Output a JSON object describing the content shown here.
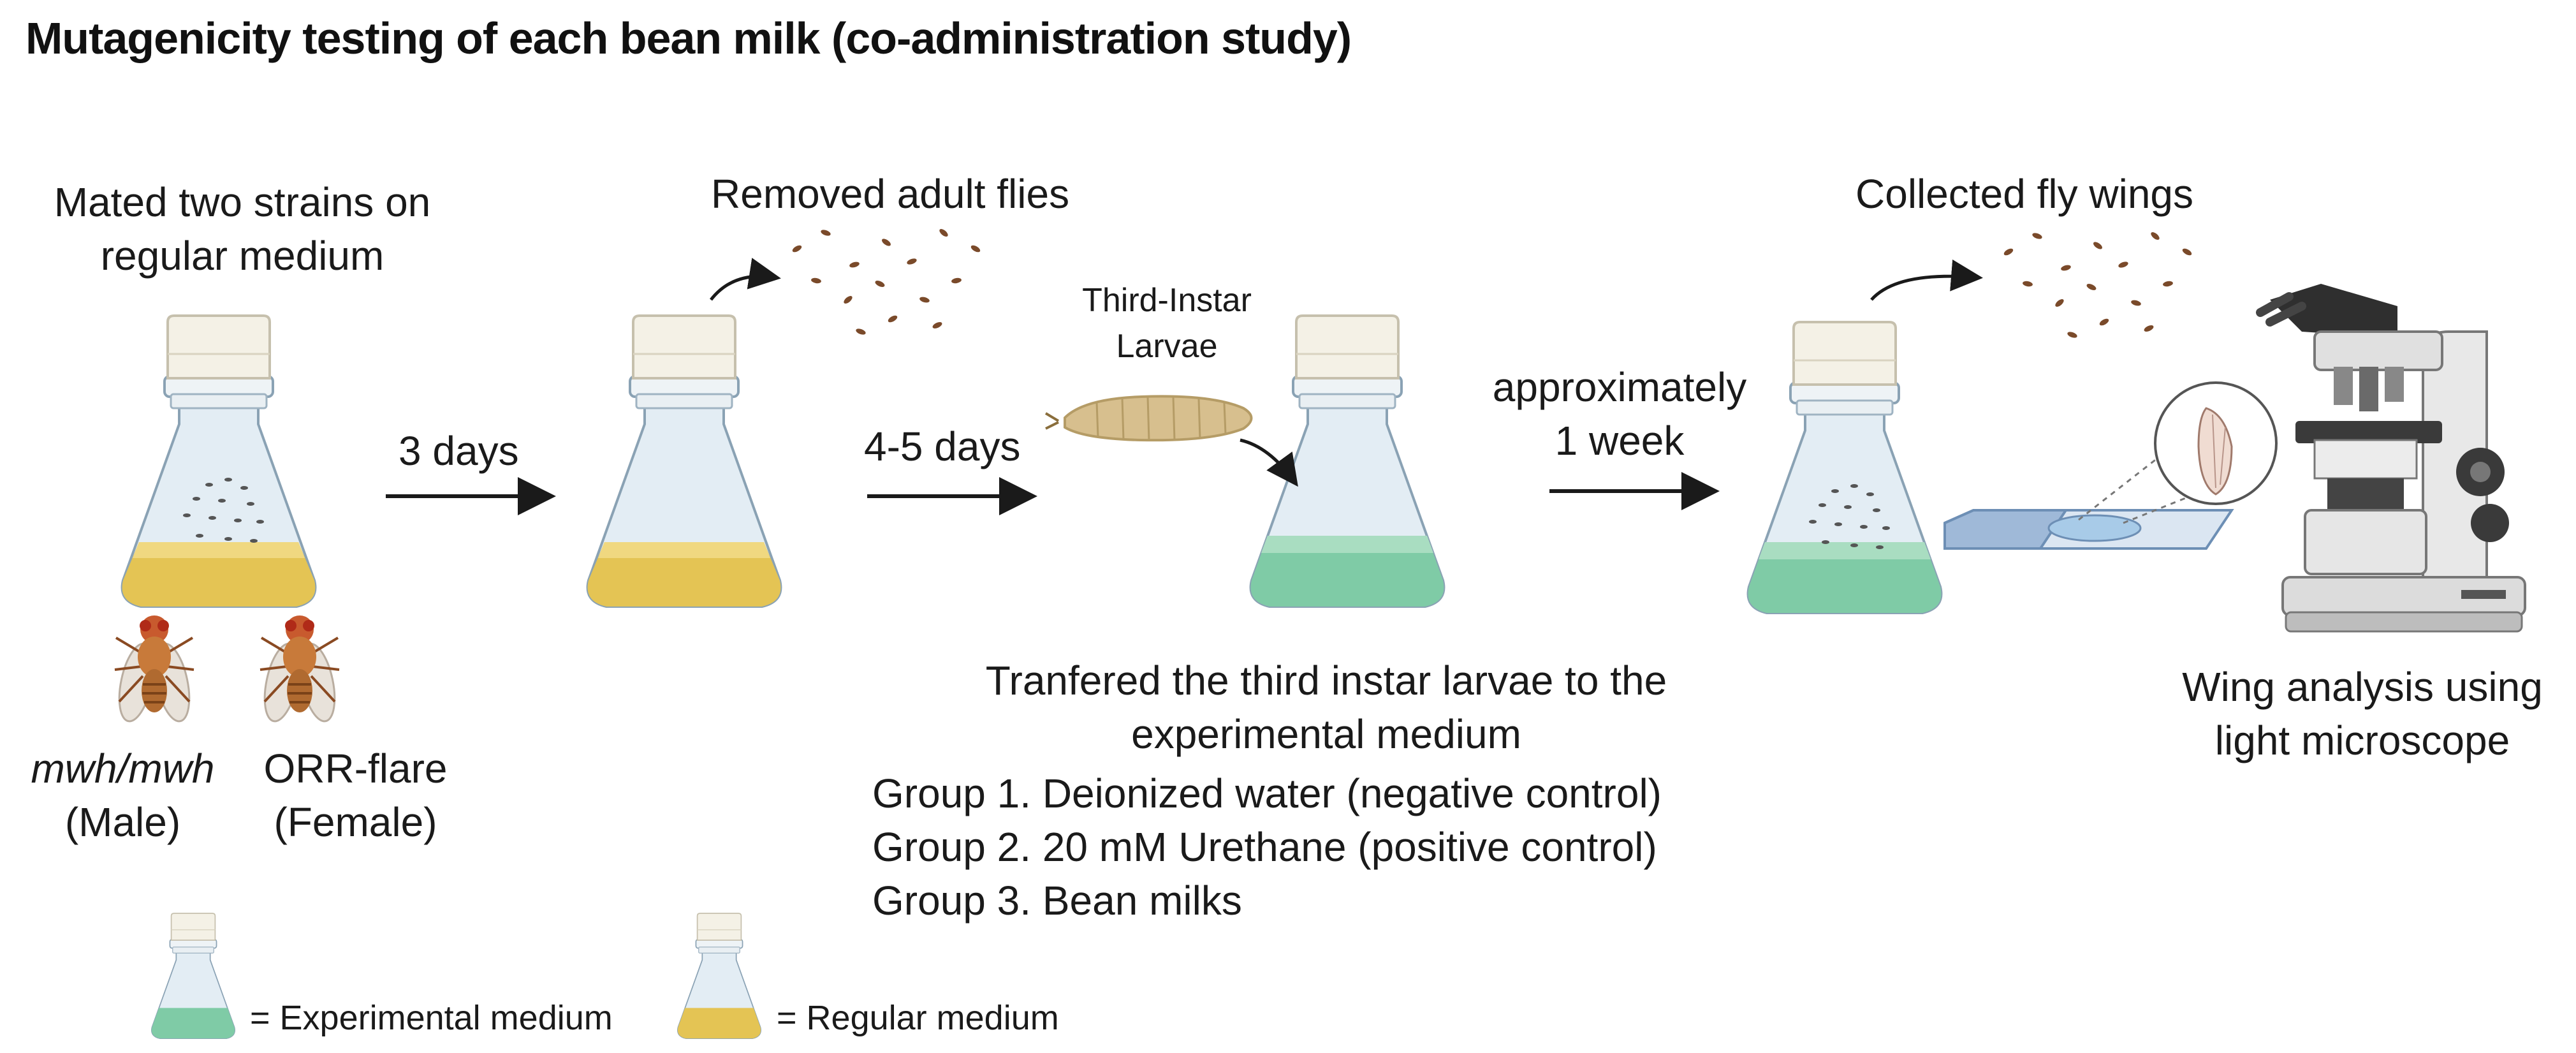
{
  "title": "Mutagenicity testing of each bean milk (co-administration study)",
  "steps": {
    "mating_label": [
      "Mated two strains on",
      "regular medium"
    ],
    "removed_label": "Removed adult flies",
    "larvae_label": [
      "Third-Instar",
      "Larvae"
    ],
    "collected_label": "Collected fly wings",
    "wing_analysis_label": [
      "Wing analysis using",
      "light microscope"
    ]
  },
  "arrows": {
    "a1": "3 days",
    "a2": "4-5 days",
    "a3": [
      "approximately",
      "1 week"
    ]
  },
  "strains": {
    "male_genotype": "mwh/mwh",
    "male_sex": "(Male)",
    "female_genotype": "ORR-flare",
    "female_sex": "(Female)"
  },
  "transfer": {
    "heading": [
      "Tranfered the third instar larvae to the",
      "experimental medium"
    ],
    "groups": [
      "Group 1. Deionized water (negative control)",
      "Group 2. 20 mM Urethane (positive control)",
      "Group 3. Bean milks"
    ]
  },
  "legend": {
    "experimental": "= Experimental medium",
    "regular": "= Regular medium"
  },
  "colors": {
    "regular_medium": "#e4c454",
    "experimental_medium": "#7fcba6",
    "flask_glass": "#e3edf4",
    "cap": "#f4f1e6",
    "larva": "#d7bf8e",
    "fly_body": "#c87a3a"
  }
}
